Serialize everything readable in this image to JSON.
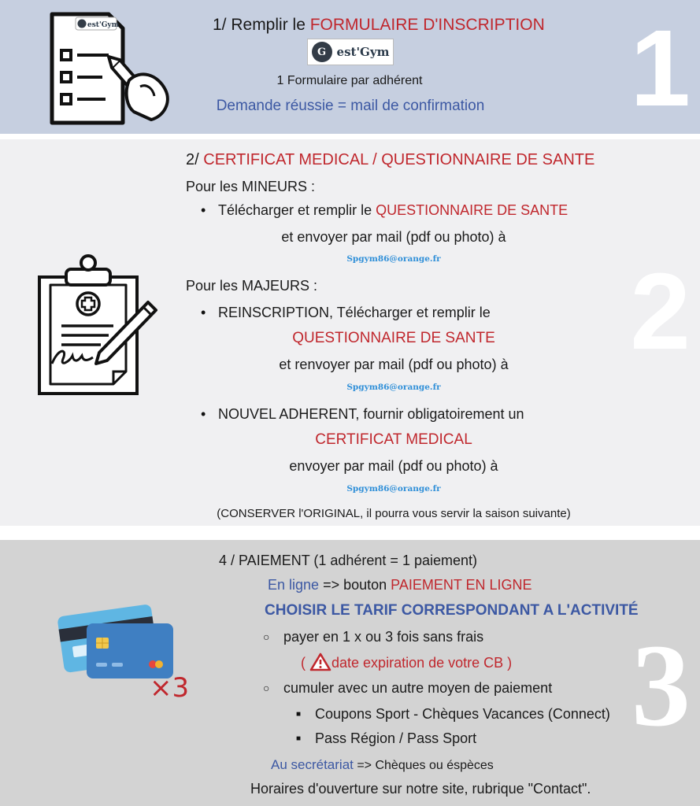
{
  "step1": {
    "number": "1",
    "title_prefix": "1/ Remplir le ",
    "title_highlight": "FORMULAIRE D'INSCRIPTION",
    "logo_text": "est'Gym",
    "form_logo_text": "est'Gym",
    "note": "1 Formulaire par adhérent",
    "confirm": "Demande réussie = mail de confirmation"
  },
  "step2": {
    "number": "2",
    "title_prefix": "2/ ",
    "title_highlight": "CERTIFICAT MEDICAL / QUESTIONNAIRE DE SANTE",
    "minors_label": "Pour les MINEURS :",
    "minors_item_prefix": "Télécharger et remplir le ",
    "minors_item_highlight": "QUESTIONNAIRE DE SANTE",
    "minors_send": "et envoyer par mail (pdf ou photo) à",
    "email1": "Spgym86@orange.fr",
    "adults_label": "Pour les MAJEURS :",
    "adults_item1": "REINSCRIPTION, Télécharger et remplir le",
    "adults_item1_highlight": "QUESTIONNAIRE DE SANTE",
    "adults_item1_send": "et renvoyer par mail (pdf ou photo) à",
    "email2": "Spgym86@orange.fr",
    "adults_item2": "NOUVEL ADHERENT, fournir obligatoirement un",
    "adults_item2_highlight": "CERTIFICAT MEDICAL",
    "adults_item2_send": "envoyer par mail (pdf ou photo) à",
    "email3": "Spgym86@orange.fr",
    "keep_original": "(CONSERVER l'ORIGINAL, il pourra vous servir la saison suivante)"
  },
  "step3": {
    "number": "3",
    "title": "4 / PAIEMENT (1 adhérent = 1 paiement)",
    "online_label": "En ligne",
    "online_arrow": " => bouton ",
    "online_button": "PAIEMENT EN LIGNE",
    "choose_rate": "CHOISIR LE TARIF CORRESPONDANT A L'ACTIVITÉ",
    "option1": "payer en 1 x ou  3 fois sans frais",
    "warning_open": "(",
    "warning_text": "date expiration de votre CB )",
    "option2": "cumuler avec un autre moyen de paiement",
    "sub1": "Coupons Sport - Chèques Vacances (Connect)",
    "sub2": "Pass Région / Pass Sport",
    "secretariat_label": "Au secrétariat",
    "secretariat_rest": " => Chèques ou éspèces",
    "hours": "Horaires d'ouverture sur notre site, rubrique \"Contact\".",
    "times_label": "×3"
  },
  "icons": {
    "form": "form-pen-icon",
    "clipboard": "medical-clipboard-icon",
    "cards": "credit-cards-icon",
    "warning": "warning-icon"
  },
  "colors": {
    "panel1": "#c6cfe0",
    "panel2": "#f0f0f2",
    "panel3": "#d3d3d3",
    "highlight_red": "#c0272d",
    "highlight_blue": "#3c58a3",
    "email_blue": "#2f8fd8"
  }
}
